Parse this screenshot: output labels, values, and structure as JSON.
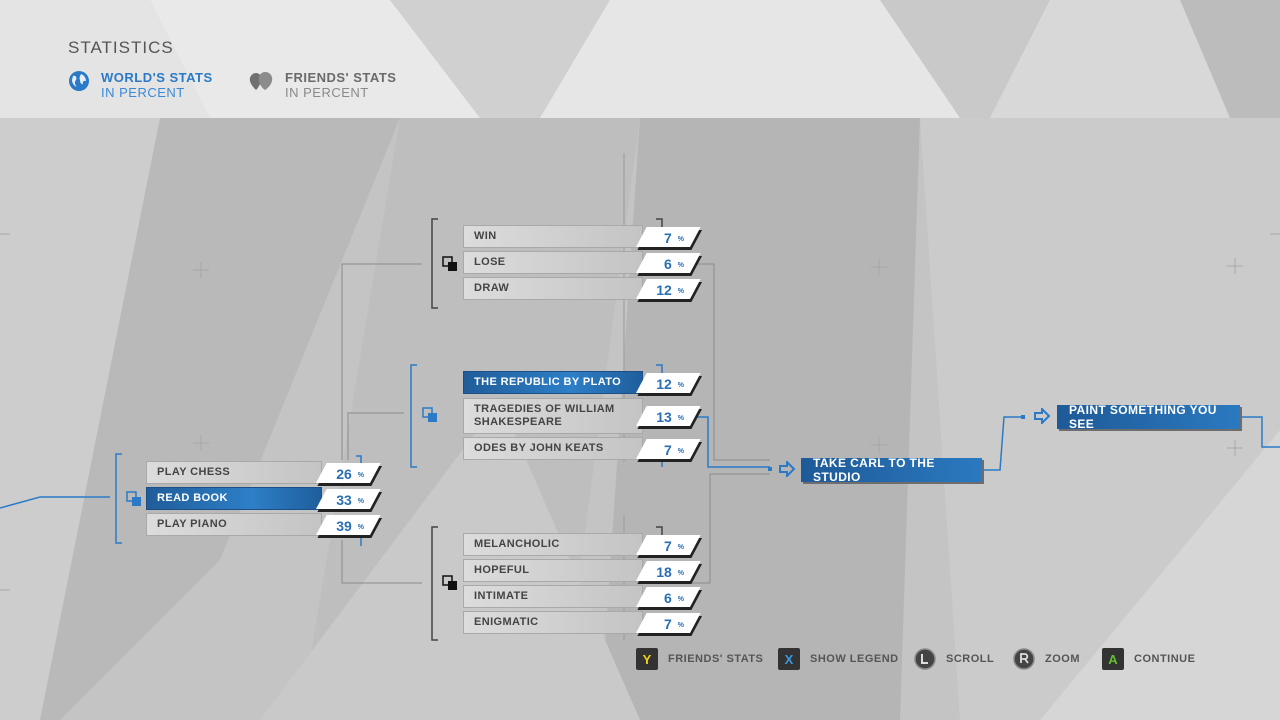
{
  "header": {
    "title": "STATISTICS",
    "tabs": [
      {
        "line1": "WORLD'S STATS",
        "line2": "IN PERCENT",
        "icon": "globe-icon",
        "active": true
      },
      {
        "line1": "FRIENDS' STATS",
        "line2": "IN PERCENT",
        "icon": "friends-icon",
        "active": false
      }
    ]
  },
  "level1": [
    {
      "label": "PLAY CHESS",
      "pct": "26"
    },
    {
      "label": "READ BOOK",
      "pct": "33",
      "selected": true
    },
    {
      "label": "PLAY PIANO",
      "pct": "39"
    }
  ],
  "chess": [
    {
      "label": "WIN",
      "pct": "7"
    },
    {
      "label": "LOSE",
      "pct": "6"
    },
    {
      "label": "DRAW",
      "pct": "12"
    }
  ],
  "book": [
    {
      "label": "THE REPUBLIC BY PLATO",
      "pct": "12",
      "selected": true
    },
    {
      "label": "TRAGEDIES OF WILLIAM SHAKESPEARE",
      "pct": "13"
    },
    {
      "label": "ODES BY JOHN KEATS",
      "pct": "7"
    }
  ],
  "piano": [
    {
      "label": "MELANCHOLIC",
      "pct": "7"
    },
    {
      "label": "HOPEFUL",
      "pct": "18"
    },
    {
      "label": "INTIMATE",
      "pct": "6"
    },
    {
      "label": "ENIGMATIC",
      "pct": "7"
    }
  ],
  "percent_unit": "%",
  "outcomes": {
    "studio": "TAKE CARL TO THE STUDIO",
    "paint": "PAINT SOMETHING YOU SEE"
  },
  "legend": [
    {
      "key": "Y",
      "label": "FRIENDS' STATS",
      "key_color": "#f2d11b"
    },
    {
      "key": "X",
      "label": "SHOW LEGEND",
      "key_color": "#3a9ae0"
    },
    {
      "key": "",
      "label": "SCROLL",
      "icon": "left-stick-icon"
    },
    {
      "key": "",
      "label": "ZOOM",
      "icon": "right-stick-icon"
    },
    {
      "key": "A",
      "label": "CONTINUE",
      "key_color": "#5fc12e"
    }
  ],
  "colors": {
    "accent": "#2a7ac7",
    "selected_fill": "#2d7fc7"
  }
}
